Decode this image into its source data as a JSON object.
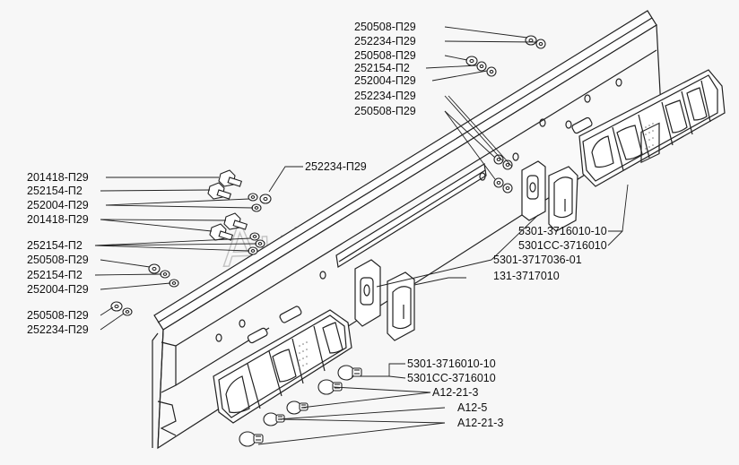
{
  "diagram": {
    "watermark": "AutoSoft",
    "labels": {
      "l01": "250508-П29",
      "l02": "252234-П29",
      "l03": "250508-П29",
      "l04": "252154-П2",
      "l05": "252004-П29",
      "l06": "252234-П29",
      "l07": "250508-П29",
      "l08": "252234-П29",
      "l09": "201418-П29",
      "l10": "252154-П2",
      "l11": "252004-П29",
      "l12": "201418-П29",
      "l13": "252154-П2",
      "l14": "250508-П29",
      "l15": "252154-П2",
      "l16": "252004-П29",
      "l17": "250508-П29",
      "l18": "252234-П29",
      "l19": "5301-3716010-10",
      "l20": "5301СС-3716010",
      "l21": "5301-3717036-01",
      "l22": "131-3717010",
      "l23": "5301-3716010-10",
      "l24": "5301СС-3716010",
      "l25": "А12-21-3",
      "l26": "А12-5",
      "l27": "А12-21-3"
    }
  }
}
